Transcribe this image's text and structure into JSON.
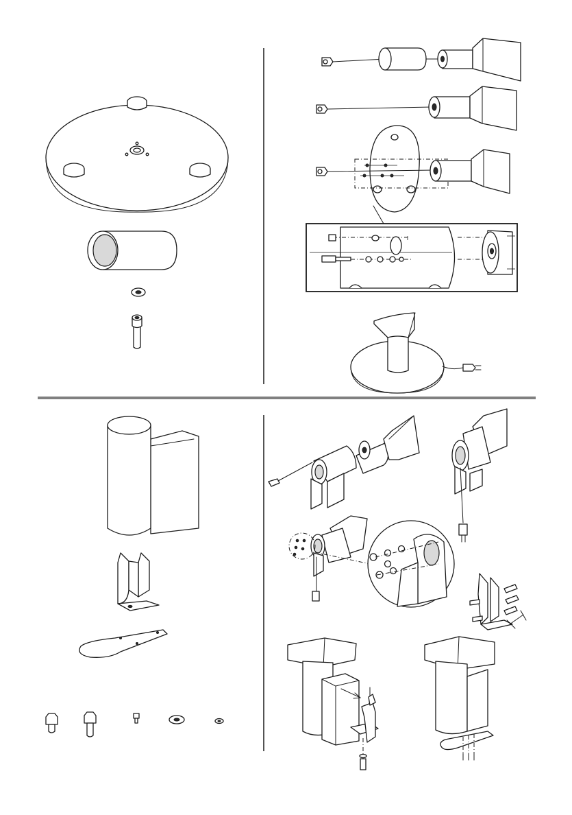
{
  "document": {
    "type": "assembly-instruction-sheet",
    "colors": {
      "line": "#1a1a1a",
      "divider": "#808080",
      "paper": "#ffffff"
    },
    "sections": [
      {
        "id": "floor-stand",
        "parts": [
          "round-base-plate",
          "tube-sleeve",
          "washer",
          "socket-screw"
        ],
        "steps": 4
      },
      {
        "id": "wall-mount",
        "parts": [
          "lamp-head",
          "wall-bracket",
          "base-plate-arm",
          "bolt-long",
          "bolt-short",
          "small-screw",
          "large-washer",
          "small-washer"
        ],
        "steps": 6
      }
    ]
  }
}
